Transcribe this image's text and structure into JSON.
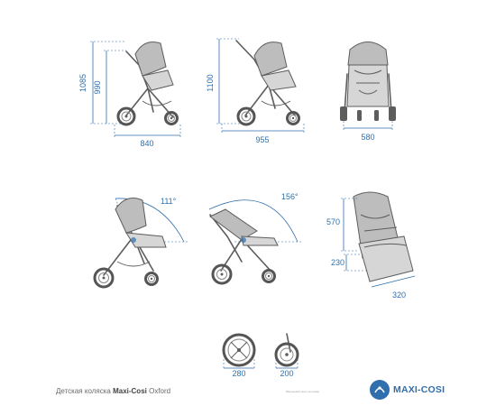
{
  "dimensions": {
    "stroller_front_height_total": "1085",
    "stroller_front_height_handle": "990",
    "stroller_front_length": "840",
    "stroller_extended_height": "1100",
    "stroller_extended_length": "955",
    "front_width": "580",
    "backrest_angle": "111°",
    "recline_angle": "156°",
    "seat_height": "570",
    "seat_depth": "230",
    "seat_width": "320",
    "rear_wheel_diameter": "280",
    "front_wheel_diameter": "200"
  },
  "caption": {
    "prefix": "Детская коляска",
    "brand": "Maxi-Cosi",
    "model": "Oxford"
  },
  "small_note": "Маленький текст на схеме",
  "logo": {
    "text": "MAXI-COSI",
    "color": "#2f6fad"
  }
}
